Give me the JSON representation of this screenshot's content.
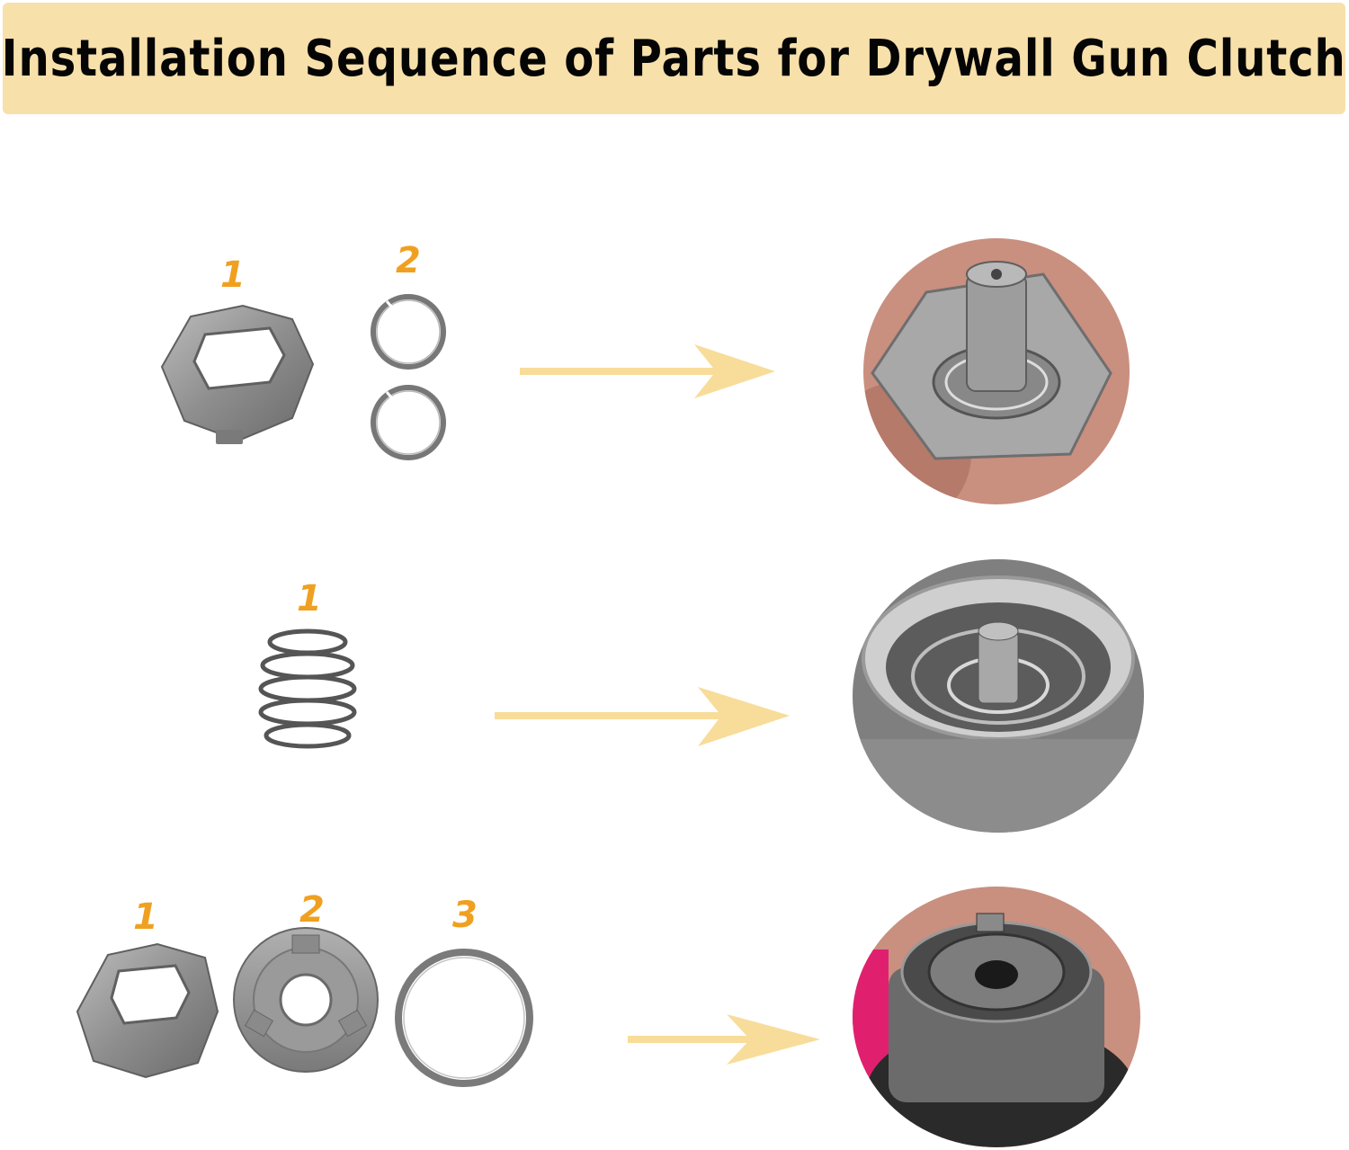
{
  "title": "Installation Sequence of Parts for Drywall Gun Clutch",
  "colors": {
    "banner": "#F7E0AA",
    "label": "#F0A020",
    "arrow": "#F8DC9A",
    "metal": "#8C8C8C",
    "skin": "#C98F7F"
  },
  "steps": [
    {
      "labels": [
        "1",
        "2"
      ],
      "parts": [
        "clutch-cone-icon",
        "snap-ring-icon"
      ]
    },
    {
      "labels": [
        "1"
      ],
      "parts": [
        "spring-icon"
      ]
    },
    {
      "labels": [
        "1",
        "2",
        "3"
      ],
      "parts": [
        "clutch-cone-icon",
        "clutch-plate-icon",
        "washer-icon"
      ]
    }
  ]
}
